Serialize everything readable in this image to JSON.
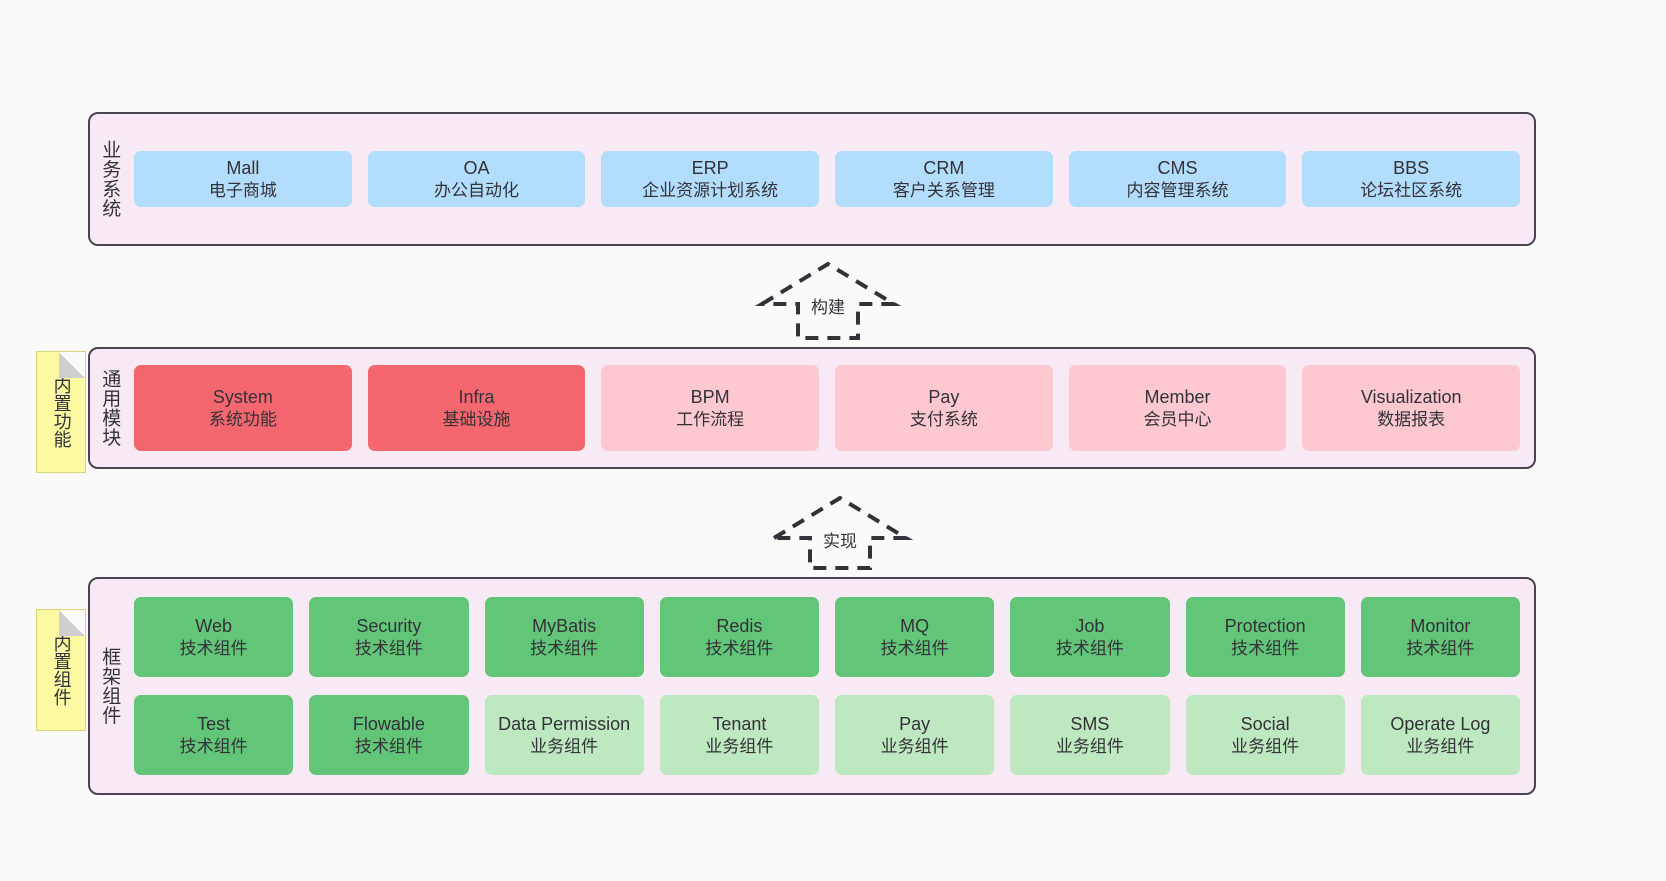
{
  "palette": {
    "background": "#fafafa",
    "panel_bg": "#f7eaf5",
    "panel_border": "#4a4452",
    "blue": "#b3ddfd",
    "red": "#f4676e",
    "pink": "#fdc8d0",
    "green": "#62c578",
    "light_green": "#bee8bf",
    "note_yellow": "#fbf9a2",
    "text": "#333238"
  },
  "layers": [
    {
      "title": "业务系统",
      "rows": [
        {
          "cards": [
            {
              "name": "Mall",
              "sub": "电子商城",
              "color": "blue"
            },
            {
              "name": "OA",
              "sub": "办公自动化",
              "color": "blue"
            },
            {
              "name": "ERP",
              "sub": "企业资源计划系统",
              "color": "blue"
            },
            {
              "name": "CRM",
              "sub": "客户关系管理",
              "color": "blue"
            },
            {
              "name": "CMS",
              "sub": "内容管理系统",
              "color": "blue"
            },
            {
              "name": "BBS",
              "sub": "论坛社区系统",
              "color": "blue"
            }
          ]
        }
      ]
    },
    {
      "title": "通用模块",
      "note": "内置功能",
      "rows": [
        {
          "cards": [
            {
              "name": "System",
              "sub": "系统功能",
              "color": "red"
            },
            {
              "name": "Infra",
              "sub": "基础设施",
              "color": "red"
            },
            {
              "name": "BPM",
              "sub": "工作流程",
              "color": "pink"
            },
            {
              "name": "Pay",
              "sub": "支付系统",
              "color": "pink"
            },
            {
              "name": "Member",
              "sub": "会员中心",
              "color": "pink"
            },
            {
              "name": "Visualization",
              "sub": "数据报表",
              "color": "pink"
            }
          ]
        }
      ]
    },
    {
      "title": "框架组件",
      "note": "内置组件",
      "rows": [
        {
          "cards": [
            {
              "name": "Web",
              "sub": "技术组件",
              "color": "green"
            },
            {
              "name": "Security",
              "sub": "技术组件",
              "color": "green"
            },
            {
              "name": "MyBatis",
              "sub": "技术组件",
              "color": "green"
            },
            {
              "name": "Redis",
              "sub": "技术组件",
              "color": "green"
            },
            {
              "name": "MQ",
              "sub": "技术组件",
              "color": "green"
            },
            {
              "name": "Job",
              "sub": "技术组件",
              "color": "green"
            },
            {
              "name": "Protection",
              "sub": "技术组件",
              "color": "green"
            },
            {
              "name": "Monitor",
              "sub": "技术组件",
              "color": "green"
            }
          ]
        },
        {
          "cards": [
            {
              "name": "Test",
              "sub": "技术组件",
              "color": "green"
            },
            {
              "name": "Flowable",
              "sub": "技术组件",
              "color": "green"
            },
            {
              "name": "Data Permission",
              "sub": "业务组件",
              "color": "light_green"
            },
            {
              "name": "Tenant",
              "sub": "业务组件",
              "color": "light_green"
            },
            {
              "name": "Pay",
              "sub": "业务组件",
              "color": "light_green"
            },
            {
              "name": "SMS",
              "sub": "业务组件",
              "color": "light_green"
            },
            {
              "name": "Social",
              "sub": "业务组件",
              "color": "light_green"
            },
            {
              "name": "Operate Log",
              "sub": "业务组件",
              "color": "light_green"
            }
          ]
        }
      ]
    }
  ],
  "arrows": [
    {
      "label": "构建",
      "direction": "up"
    },
    {
      "label": "实现",
      "direction": "up"
    }
  ]
}
